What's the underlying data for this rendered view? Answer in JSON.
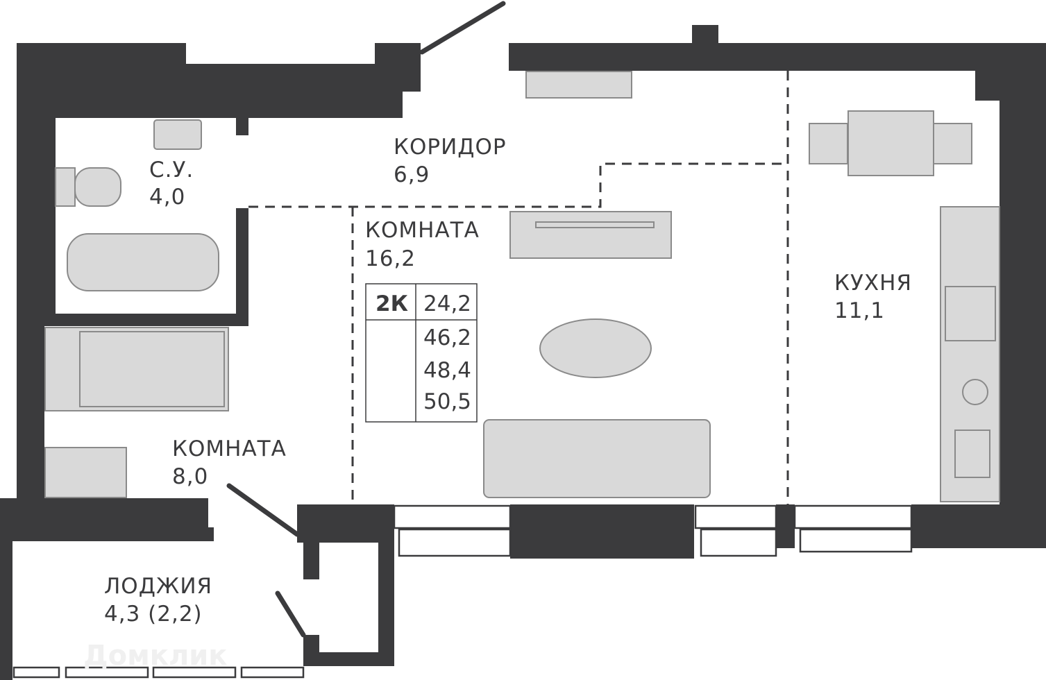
{
  "rooms": {
    "corridor": {
      "name": "КОРИДОР",
      "area": "6,9"
    },
    "bathroom": {
      "name": "С.У.",
      "area": "4,0"
    },
    "room_large": {
      "name": "КОМНАТА",
      "area": "16,2"
    },
    "room_small": {
      "name": "КОМНАТА",
      "area": "8,0"
    },
    "kitchen": {
      "name": "КУХНЯ",
      "area": "11,1"
    },
    "loggia": {
      "name": "ЛОДЖИЯ",
      "area": "4,3 (2,2)"
    }
  },
  "summary_table": {
    "type": "2К",
    "living_area": "24,2",
    "total_areas": [
      "46,2",
      "48,4",
      "50,5"
    ]
  },
  "watermark": "Домклик",
  "colors": {
    "wall": "#3b3b3d",
    "furniture": "#d9d9d9"
  }
}
